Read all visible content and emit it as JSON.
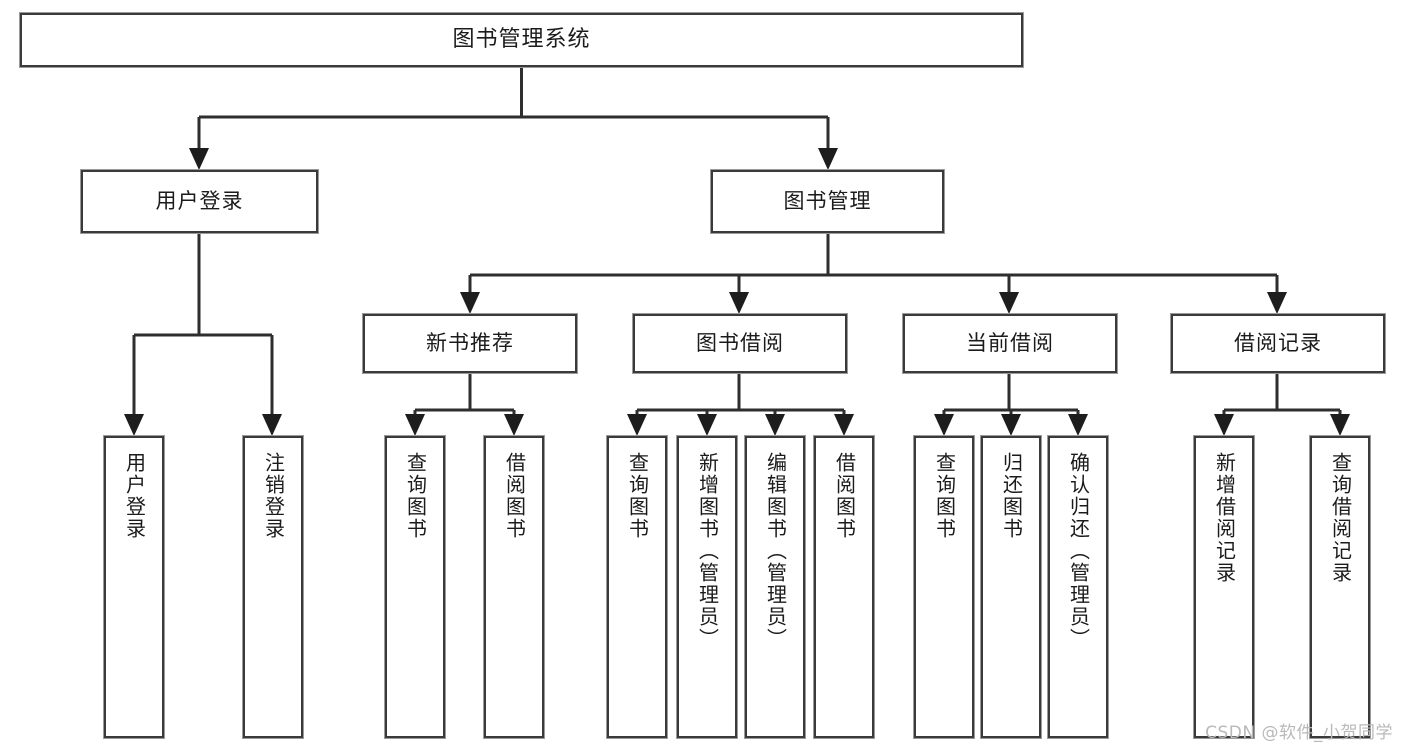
{
  "diagram": {
    "type": "tree-hierarchy-chart",
    "title": "图书管理系统",
    "orientation": "top-down",
    "levels": 4
  },
  "colors": {
    "box_border": "#3a3a3a",
    "box_fill": "#ffffff",
    "connector": "#2e2e2e",
    "text": "#1b1b1b",
    "watermark": "#b9b9b9"
  },
  "nodes": {
    "root": {
      "label": "图书管理系统"
    },
    "level2": [
      {
        "label": "用户登录"
      },
      {
        "label": "图书管理"
      }
    ],
    "level3": [
      {
        "label": "新书推荐"
      },
      {
        "label": "图书借阅"
      },
      {
        "label": "当前借阅"
      },
      {
        "label": "借阅记录"
      }
    ],
    "leaves": {
      "user_login": [
        {
          "label": "用户登录"
        },
        {
          "label": "注销登录"
        }
      ],
      "new_book_recommend": [
        {
          "label": "查询图书"
        },
        {
          "label": "借阅图书"
        }
      ],
      "book_borrow": [
        {
          "label": "查询图书"
        },
        {
          "label": "新增图书（管理员）"
        },
        {
          "label": "编辑图书（管理员）"
        },
        {
          "label": "借阅图书"
        }
      ],
      "current_borrow": [
        {
          "label": "查询图书"
        },
        {
          "label": "归还图书"
        },
        {
          "label": "确认归还（管理员）"
        }
      ],
      "borrow_record": [
        {
          "label": "新增借阅记录"
        },
        {
          "label": "查询借阅记录"
        }
      ]
    }
  },
  "watermark": {
    "text": "CSDN @软件_小贺同学"
  }
}
